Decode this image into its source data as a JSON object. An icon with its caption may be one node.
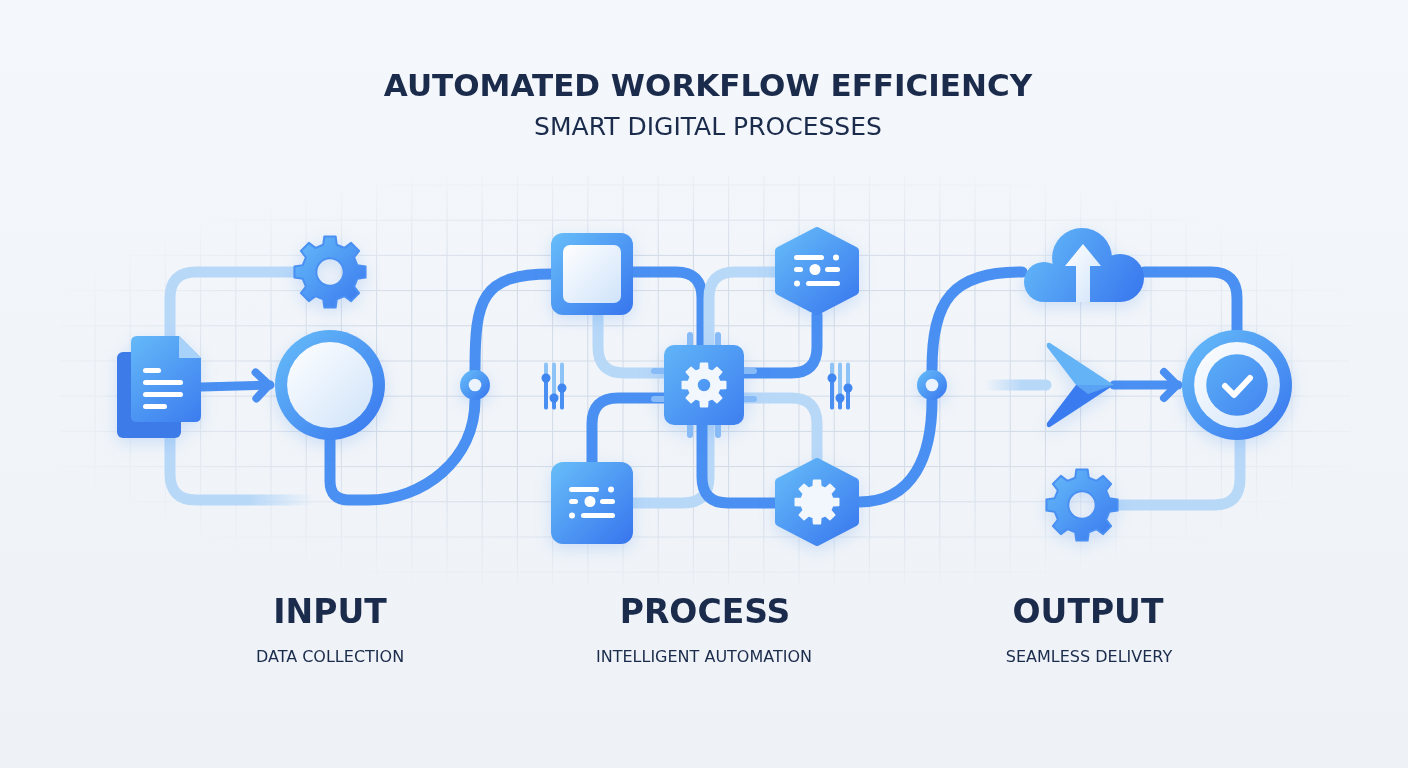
{
  "diagram": {
    "title": "AUTOMATED WORKFLOW EFFICIENCY",
    "nodes": [
      {
        "text": [],
        "shape": "document"
      },
      {
        "text": [],
        "shape": "gear"
      },
      {
        "text": [],
        "shape": "circle"
      },
      {
        "text": [],
        "shape": "circle"
      },
      {
        "text": [],
        "shape": "box"
      },
      {
        "text": [],
        "shape": "box"
      },
      {
        "text": [],
        "shape": "chip"
      },
      {
        "text": [],
        "shape": "hexagon"
      },
      {
        "text": [],
        "shape": "hexagon"
      },
      {
        "text": [],
        "shape": "circle"
      },
      {
        "text": [],
        "shape": "cloud"
      },
      {
        "text": [],
        "shape": "plane"
      },
      {
        "text": [],
        "shape": "gear"
      },
      {
        "text": [],
        "shape": "circle"
      }
    ],
    "edges": [
      {
        "from": 0,
        "to": 2,
        "arrow": "to"
      },
      {
        "from": 0,
        "to": 1,
        "arrow": "none",
        "color": "#b8d8f8"
      },
      {
        "from": 0,
        "to": null,
        "arrow": "none",
        "color": "#b8d8f8"
      },
      {
        "from": 2,
        "to": 3,
        "arrow": "none"
      },
      {
        "from": 3,
        "to": 4,
        "arrow": "none"
      },
      {
        "from": 4,
        "to": 6,
        "arrow": "none"
      },
      {
        "from": 4,
        "to": 6,
        "arrow": "none",
        "color": "#b8d8f8"
      },
      {
        "from": 5,
        "to": 6,
        "arrow": "none"
      },
      {
        "from": 5,
        "to": 6,
        "arrow": "none",
        "color": "#b8d8f8"
      },
      {
        "from": 7,
        "to": 6,
        "arrow": "none"
      },
      {
        "from": 7,
        "to": 6,
        "arrow": "none",
        "color": "#b8d8f8"
      },
      {
        "from": 6,
        "to": 8,
        "arrow": "none"
      },
      {
        "from": 6,
        "to": 8,
        "arrow": "none",
        "color": "#b8d8f8"
      },
      {
        "from": 8,
        "to": 9,
        "arrow": "none"
      },
      {
        "from": 9,
        "to": 10,
        "arrow": "none"
      },
      {
        "from": 10,
        "to": 13,
        "arrow": "none"
      },
      {
        "from": null,
        "to": 11,
        "arrow": "none",
        "color": "#b8d8f8"
      },
      {
        "from": 11,
        "to": 13,
        "arrow": "to"
      },
      {
        "from": 13,
        "to": 12,
        "arrow": "none",
        "color": "#b8d8f8"
      }
    ],
    "labels": [
      "SMART DIGITAL PROCESSES",
      "INPUT",
      "PROCESS",
      "OUTPUT",
      "DATA COLLECTION",
      "INTELLIGENT AUTOMATION",
      "SEAMLESS DELIVERY"
    ]
  }
}
